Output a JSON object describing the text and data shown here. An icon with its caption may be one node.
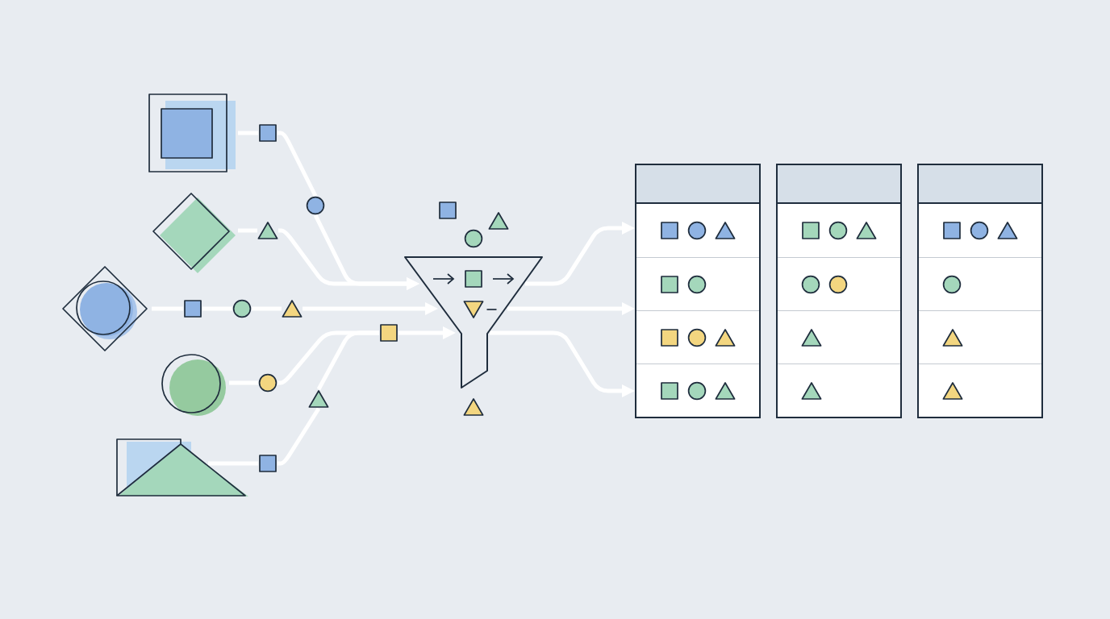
{
  "diagram": {
    "nodes": [
      {
        "text": [],
        "shape": "box"
      },
      {
        "text": [],
        "shape": "diamond"
      },
      {
        "text": [],
        "shape": "diamond"
      },
      {
        "text": [],
        "shape": "circle"
      },
      {
        "text": [],
        "shape": "triangle"
      },
      {
        "text": [],
        "shape": "box"
      },
      {
        "text": [],
        "shape": "circle"
      },
      {
        "text": [],
        "shape": "triangle"
      },
      {
        "text": [],
        "shape": "box"
      },
      {
        "text": [],
        "shape": "circle"
      },
      {
        "text": [],
        "shape": "triangle"
      },
      {
        "text": [],
        "shape": "circle"
      },
      {
        "text": [],
        "shape": "box"
      },
      {
        "text": [],
        "shape": "triangle"
      },
      {
        "text": [],
        "shape": "box"
      },
      {
        "text": [],
        "shape": "funnel"
      },
      {
        "text": [],
        "shape": "table"
      },
      {
        "text": [],
        "shape": "table"
      },
      {
        "text": [],
        "shape": "table"
      }
    ],
    "edges": [
      {
        "from": 0,
        "to": 5,
        "arrow": "none"
      },
      {
        "from": 5,
        "to": 6,
        "arrow": "none"
      },
      {
        "from": 6,
        "to": 15,
        "arrow": "to"
      },
      {
        "from": 1,
        "to": 7,
        "arrow": "none"
      },
      {
        "from": 7,
        "to": 15,
        "arrow": "to"
      },
      {
        "from": 2,
        "to": 8,
        "arrow": "none"
      },
      {
        "from": 8,
        "to": 9,
        "arrow": "none"
      },
      {
        "from": 9,
        "to": 10,
        "arrow": "none"
      },
      {
        "from": 10,
        "to": 15,
        "arrow": "to"
      },
      {
        "from": 3,
        "to": 11,
        "arrow": "none"
      },
      {
        "from": 11,
        "to": 14,
        "arrow": "none"
      },
      {
        "from": 4,
        "to": 12,
        "arrow": "none"
      },
      {
        "from": 12,
        "to": 13,
        "arrow": "none"
      },
      {
        "from": 13,
        "to": 14,
        "arrow": "none"
      },
      {
        "from": 14,
        "to": 15,
        "arrow": "to"
      },
      {
        "from": 15,
        "to": 16,
        "arrow": "to"
      },
      {
        "from": 15,
        "to": 16,
        "arrow": "to"
      },
      {
        "from": 15,
        "to": 16,
        "arrow": "to"
      }
    ]
  }
}
